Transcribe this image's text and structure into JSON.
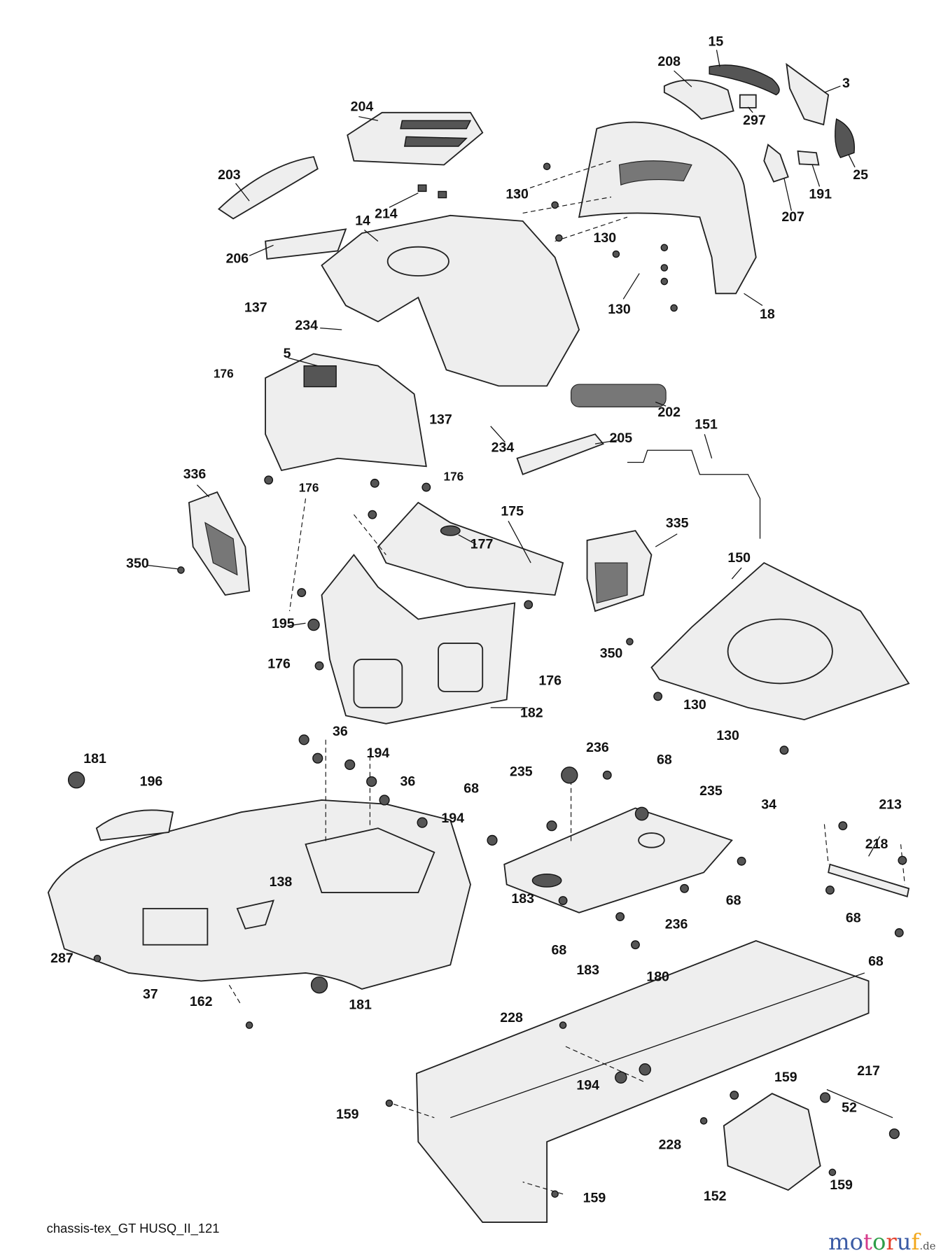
{
  "diagram_title": "chassis-tex_GT HUSQ_II_121",
  "watermark": {
    "brand": "motoruf",
    "tld": ".de",
    "colors": [
      "#3b5ba5",
      "#3b5ba5",
      "#d63b8c",
      "#2e9e48",
      "#e4412c",
      "#3b5ba5",
      "#f2a81d"
    ]
  },
  "part_labels": [
    "15",
    "208",
    "3",
    "297",
    "204",
    "25",
    "191",
    "207",
    "130",
    "214",
    "203",
    "130",
    "14",
    "206",
    "130",
    "18",
    "137",
    "234",
    "5",
    "176",
    "137",
    "234",
    "202",
    "205",
    "151",
    "336",
    "176",
    "176",
    "175",
    "177",
    "335",
    "350",
    "150",
    "195",
    "350",
    "176",
    "176",
    "130",
    "182",
    "130",
    "36",
    "181",
    "194",
    "236",
    "235",
    "68",
    "196",
    "36",
    "68",
    "235",
    "34",
    "213",
    "194",
    "218",
    "138",
    "183",
    "68",
    "236",
    "68",
    "68",
    "287",
    "68",
    "183",
    "180",
    "37",
    "162",
    "181",
    "228",
    "217",
    "159",
    "194",
    "159",
    "52",
    "228",
    "159",
    "152",
    "159"
  ]
}
